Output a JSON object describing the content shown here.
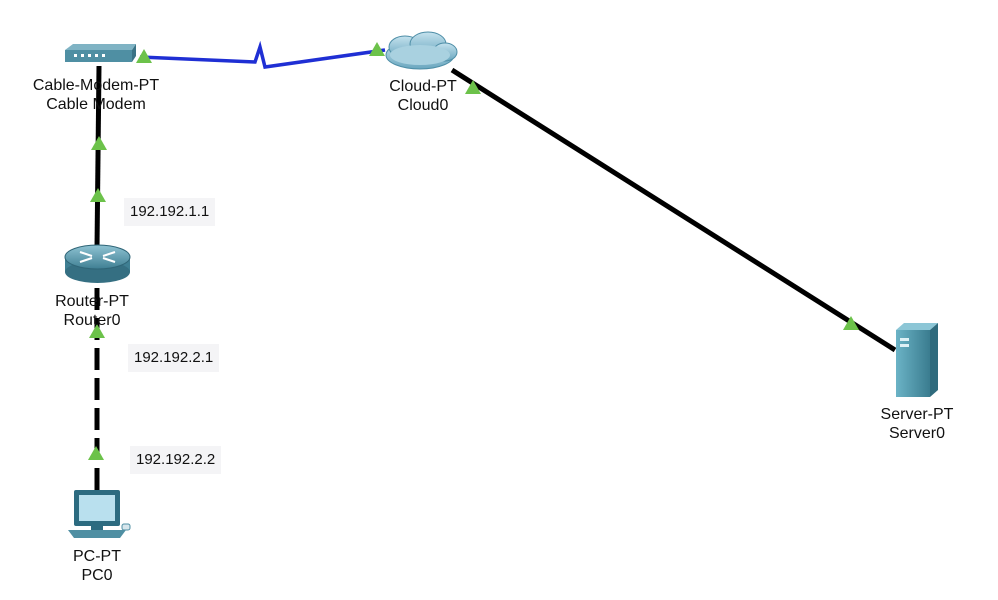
{
  "devices": {
    "modem": {
      "model": "Cable-Modem-PT",
      "name": "Cable Modem",
      "icon": "cable-modem-icon"
    },
    "cloud": {
      "model": "Cloud-PT",
      "name": "Cloud0",
      "icon": "cloud-icon"
    },
    "router": {
      "model": "Router-PT",
      "name": "Router0",
      "icon": "router-icon"
    },
    "pc": {
      "model": "PC-PT",
      "name": "PC0",
      "icon": "pc-icon"
    },
    "server": {
      "model": "Server-PT",
      "name": "Server0",
      "icon": "server-icon"
    }
  },
  "interfaces": {
    "router_modem": "192.192.1.1",
    "router_pc": "192.192.2.1",
    "pc": "192.192.2.2"
  },
  "links": {
    "modem_cloud": {
      "type": "coaxial",
      "color": "#1f2fd4"
    },
    "modem_router": {
      "type": "copper-straight-through",
      "color": "#000000"
    },
    "router_pc": {
      "type": "copper-cross-over",
      "color": "#000000"
    },
    "cloud_server": {
      "type": "copper-straight-through",
      "color": "#000000"
    }
  },
  "colors": {
    "link_up_indicator": "#6cc24a",
    "device_body": "#5a9db0"
  }
}
